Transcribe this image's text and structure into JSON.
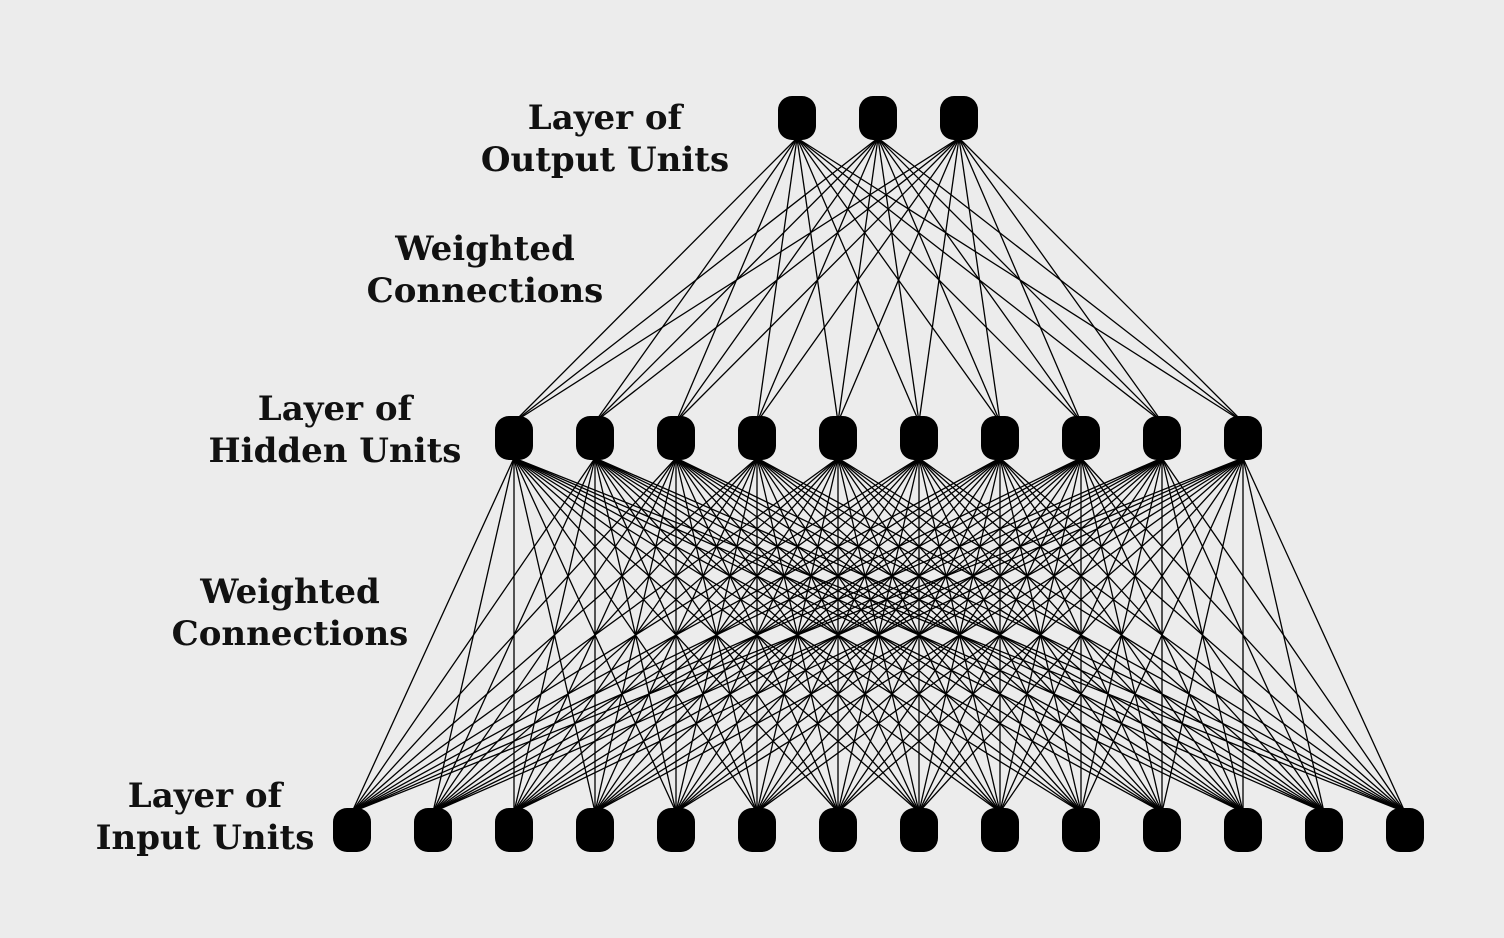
{
  "diagram": {
    "labels": {
      "output_layer": [
        "Layer of",
        "Output Units"
      ],
      "weighted_top": [
        "Weighted",
        "Connections"
      ],
      "hidden_layer": [
        "Layer of",
        "Hidden Units"
      ],
      "weighted_bottom": [
        "Weighted",
        "Connections"
      ],
      "input_layer": [
        "Layer of",
        "Input Units"
      ]
    },
    "layers": {
      "output": 3,
      "hidden": 10,
      "input": 14
    },
    "connectivity": "fully-connected",
    "colors": {
      "background": "#ececec",
      "node": "#000000",
      "edge": "#000000",
      "text": "#111111"
    }
  }
}
